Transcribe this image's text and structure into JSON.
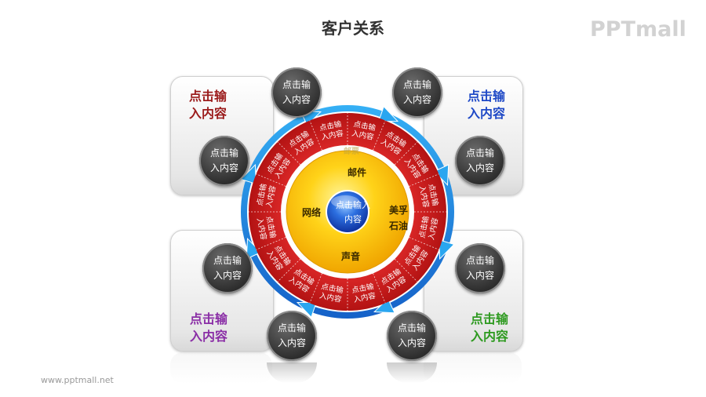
{
  "title": "客户关系",
  "logo": "PPTmall",
  "url": "www.pptmall.net",
  "panels": [
    {
      "label_line1": "点击输",
      "label_line2": "入内容",
      "color": "#9b1b1b"
    },
    {
      "label_line1": "点击输",
      "label_line2": "入内容",
      "color": "#1f49c6"
    },
    {
      "label_line1": "点击输",
      "label_line2": "入内容",
      "color": "#8a2ea6"
    },
    {
      "label_line1": "点击输",
      "label_line2": "入内容",
      "color": "#2e9a20"
    }
  ],
  "bubbles": [
    {
      "line1": "点击输",
      "line2": "入内容"
    },
    {
      "line1": "点击输",
      "line2": "入内容"
    },
    {
      "line1": "点击输",
      "line2": "入内容"
    },
    {
      "line1": "点击输",
      "line2": "入内容"
    },
    {
      "line1": "点击输",
      "line2": "入内容"
    },
    {
      "line1": "点击输",
      "line2": "入内容"
    },
    {
      "line1": "点击输",
      "line2": "入内容"
    },
    {
      "line1": "点击输",
      "line2": "入内容"
    }
  ],
  "wheel": {
    "segment_line1": "点击输",
    "segment_line2": "入内容",
    "segment_count": 16,
    "ring_labels": {
      "top": "邮件",
      "left": "网络",
      "right_line1": "美孚",
      "right_line2": "石油",
      "bottom": "声音",
      "top_faint": "邮票"
    },
    "center_line1": "点击输入",
    "center_line2": "内容"
  },
  "colors": {
    "blue_ring": "#1f8fe0",
    "red_ring": "#cc1c1c",
    "yellow": "#f5c400",
    "center_blue": "#1b55c9",
    "bubble": "#3a3a3a"
  }
}
